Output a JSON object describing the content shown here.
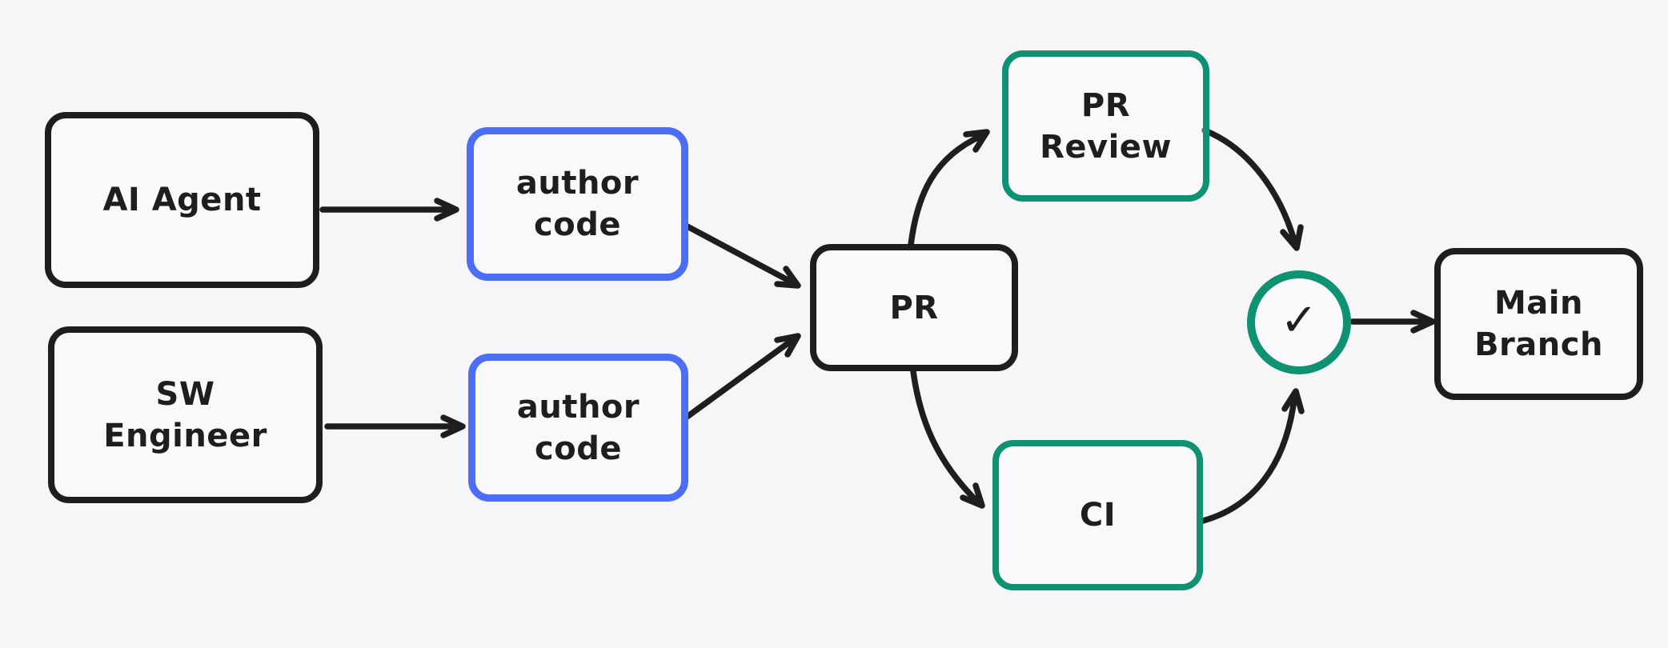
{
  "canvas": {
    "background_color": "#f6f6f9",
    "stroke_color": "#1e1e1e",
    "blue_accent": "#4c6ef5",
    "green_accent": "#0e9272"
  },
  "nodes": {
    "ai_agent": {
      "label": "AI Agent",
      "border": "black"
    },
    "sw_engineer": {
      "label": "SW\nEngineer",
      "border": "black"
    },
    "author_code_top": {
      "label": "author\ncode",
      "border": "blue"
    },
    "author_code_bottom": {
      "label": "author\ncode",
      "border": "blue"
    },
    "pr": {
      "label": "PR",
      "border": "black"
    },
    "pr_review": {
      "label": "PR\nReview",
      "border": "green"
    },
    "ci": {
      "label": "CI",
      "border": "green"
    },
    "approval_check": {
      "symbol": "✓",
      "border": "green"
    },
    "main_branch": {
      "label": "Main\nBranch",
      "border": "black"
    }
  },
  "edges": [
    {
      "from": "ai_agent",
      "to": "author_code_top",
      "style": "straight"
    },
    {
      "from": "sw_engineer",
      "to": "author_code_bottom",
      "style": "straight"
    },
    {
      "from": "author_code_top",
      "to": "pr",
      "style": "straight"
    },
    {
      "from": "author_code_bottom",
      "to": "pr",
      "style": "straight"
    },
    {
      "from": "pr",
      "to": "pr_review",
      "style": "curved"
    },
    {
      "from": "pr",
      "to": "ci",
      "style": "curved"
    },
    {
      "from": "pr_review",
      "to": "approval_check",
      "style": "curved"
    },
    {
      "from": "ci",
      "to": "approval_check",
      "style": "curved"
    },
    {
      "from": "approval_check",
      "to": "main_branch",
      "style": "straight"
    }
  ]
}
